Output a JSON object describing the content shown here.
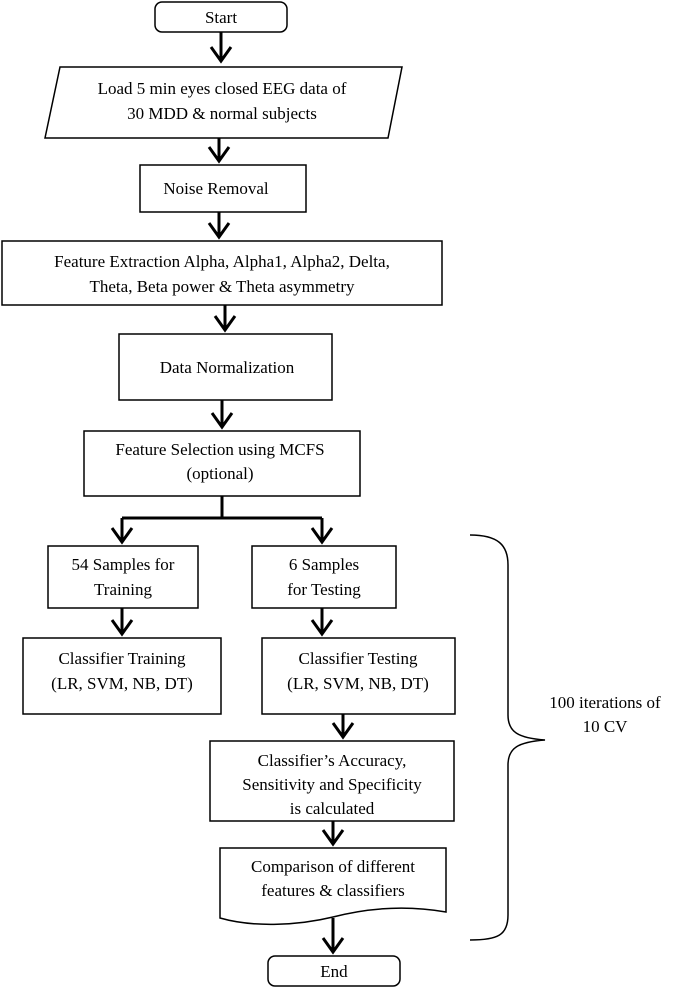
{
  "nodes": {
    "start": "Start",
    "load_data": [
      "Load 5 min eyes closed EEG data of",
      "30 MDD & normal subjects"
    ],
    "noise_removal": "Noise Removal",
    "feature_extraction": [
      "Feature Extraction Alpha, Alpha1, Alpha2, Delta,",
      "Theta, Beta power & Theta asymmetry"
    ],
    "data_normalization": "Data Normalization",
    "feature_selection": [
      "Feature Selection using MCFS",
      "(optional)"
    ],
    "training_samples": [
      "54 Samples for",
      "Training"
    ],
    "testing_samples": [
      "6 Samples",
      "for Testing"
    ],
    "classifier_training": [
      "Classifier Training",
      "(LR, SVM, NB, DT)"
    ],
    "classifier_testing": [
      "Classifier Testing",
      "(LR, SVM, NB, DT)"
    ],
    "metrics": [
      "Classifier’s Accuracy,",
      "Sensitivity and Specificity",
      "is calculated"
    ],
    "comparison": [
      "Comparison of different",
      "features & classifiers"
    ],
    "end": "End"
  },
  "brace_label": [
    "100 iterations of",
    "10 CV"
  ]
}
